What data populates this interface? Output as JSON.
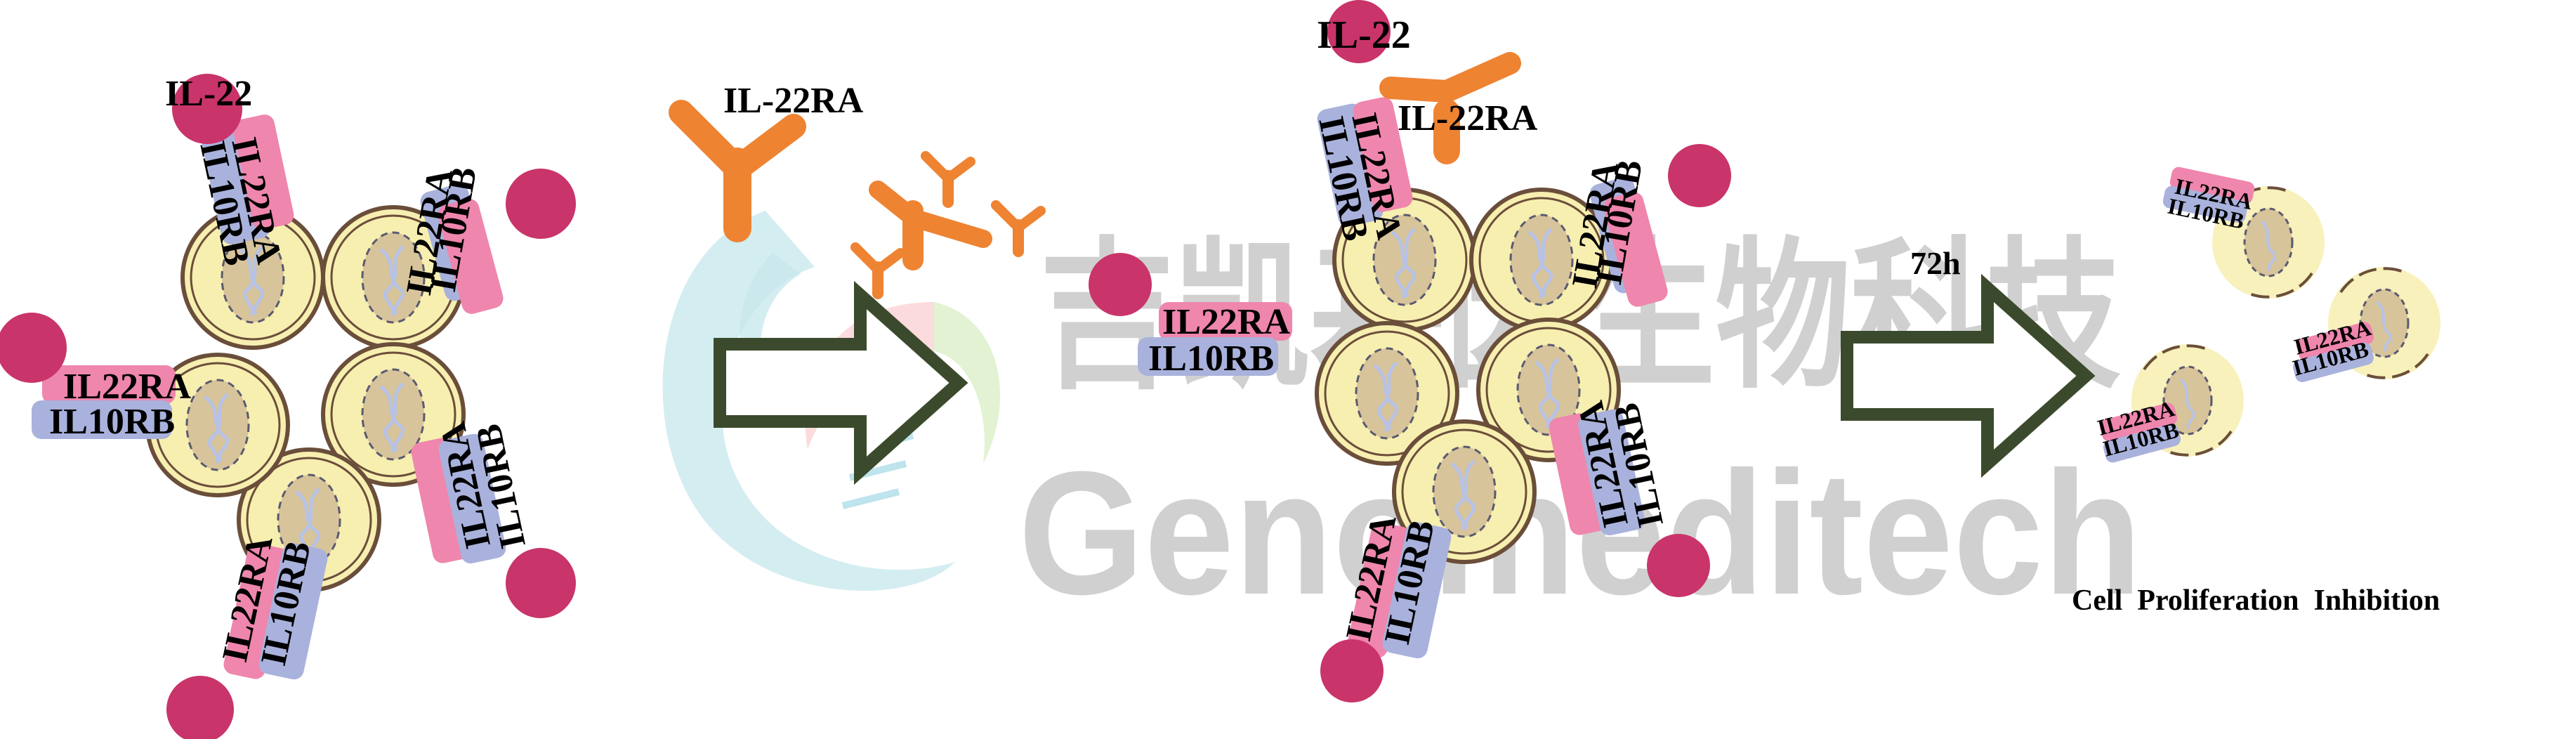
{
  "diagram": {
    "stage1": {
      "ligand_label": "IL-22",
      "receptor_a": "IL22RA",
      "receptor_b": "IL10RB"
    },
    "antibody_label": "IL-22RA",
    "stage2": {
      "ligand_label": "IL-22",
      "antibody_label": "IL-22RA",
      "receptor_a": "IL22RA",
      "receptor_b": "IL10RB"
    },
    "time_label": "72h",
    "result_label": "Cell  Proliferation  Inhibition",
    "receptor_a_small": "IL22RA",
    "receptor_b_small": "IL10RB"
  },
  "watermark": {
    "cn_text": "吉凯基因生物科技",
    "en_text": "Genomeditech"
  },
  "colors": {
    "cell_fill": "#f7efb0",
    "cell_border": "#6a4e3a",
    "nucleus_fill": "#d8c49a",
    "ligand": "#c9346a",
    "receptor_a": "#ef86ad",
    "receptor_b": "#a9b2dc",
    "antibody": "#ee8332",
    "arrow_outline": "#3b4a2c"
  }
}
